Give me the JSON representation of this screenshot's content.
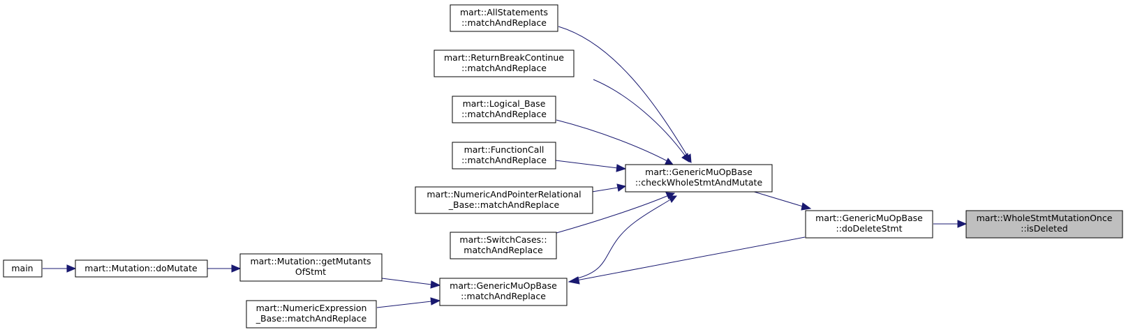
{
  "nodes": {
    "allstatements": {
      "lines": [
        "mart::AllStatements",
        "::matchAndReplace"
      ]
    },
    "returnbreak": {
      "lines": [
        "mart::ReturnBreakContinue",
        "::matchAndReplace"
      ]
    },
    "logical": {
      "lines": [
        "mart::Logical_Base",
        "::matchAndReplace"
      ]
    },
    "functioncall": {
      "lines": [
        "mart::FunctionCall",
        "::matchAndReplace"
      ]
    },
    "numericpointer": {
      "lines": [
        "mart::NumericAndPointerRelational",
        "_Base::matchAndReplace"
      ]
    },
    "switchcases": {
      "lines": [
        "mart::SwitchCases::",
        "matchAndReplace"
      ]
    },
    "checkwhole": {
      "lines": [
        "mart::GenericMuOpBase",
        "::checkWholeStmtAndMutate"
      ]
    },
    "dodelete": {
      "lines": [
        "mart::GenericMuOpBase",
        "::doDeleteStmt"
      ]
    },
    "isdeleted": {
      "lines": [
        "mart::WholeStmtMutationOnce",
        "::isDeleted"
      ]
    },
    "main": {
      "lines": [
        "main"
      ]
    },
    "domutate": {
      "lines": [
        "mart::Mutation::doMutate"
      ]
    },
    "getmutants": {
      "lines": [
        "mart::Mutation::getMutants",
        "OfStmt"
      ]
    },
    "generic_match": {
      "lines": [
        "mart::GenericMuOpBase",
        "::matchAndReplace"
      ]
    },
    "numericexpr": {
      "lines": [
        "mart::NumericExpression",
        "_Base::matchAndReplace"
      ]
    }
  },
  "colors": {
    "edge": "#191970",
    "highlight_fill": "#bfbfbf"
  }
}
